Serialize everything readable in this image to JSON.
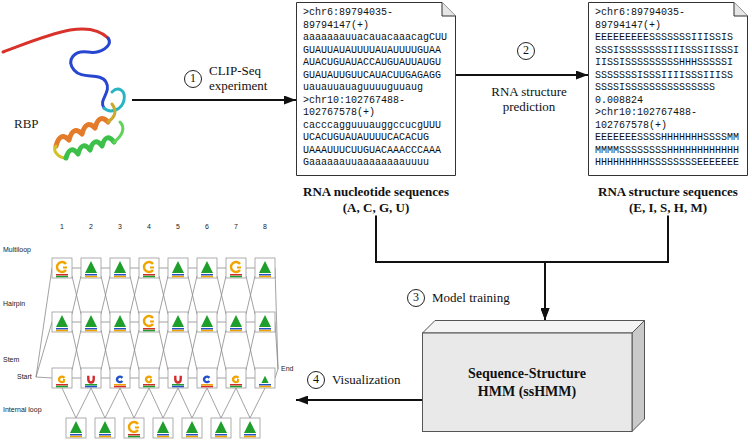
{
  "diagram": {
    "nodes": [
      {
        "text": [
          "RBP"
        ]
      },
      {
        "text": [
          ">chr6:89794035‐89794147(+) aaaaaaauuacauacaaacagCUU GUAUUAUAUUUUAUAUUUUGUAA AUACUGUAUACCAUGUAUUAUGU GUAUAUUGUUCAUACUUGAGAGG uauauuauaguuuuguuaug >chr10:102767488‐102767578(+) cacccagguuuauggccucgUUU UCACUGUAUAUUUUCACACUG UAAAUUUCUUGUACAAACCCAAA Gaaaaaauuaaaaaaaauuuu",
          "RNA nucleotide sequences (A, C, G, U)"
        ]
      },
      {
        "text": [
          ">chr6:89794035‐89794147(+) EEEEEEEEESSSSSSSIIISSIS SSSISSSSSSSSIIISSSIISSSI IISSISSSSSSSSSHHHSSSSSI SSSSSSSISSSIIIISSSIIISS SSSSISSSSSSSSSSSSSSS 0.008824 >chr10:102767488‐102767578(+) EEEEEEESSSSHHHHHHHSSSSMM MMMMSSSSSSSSHHHHHHHHHHHH HHHHHHHHHSSSSSSSSEEEEEEE",
          "RNA structure sequences (E, I, S, H, M)"
        ]
      },
      {
        "text": [
          "Sequence-Structure HMM (ssHMM)"
        ]
      },
      {
        "text": [
          "1",
          "2",
          "3",
          "4",
          "5",
          "6",
          "7",
          "8",
          "Multiloop",
          "Hairpin",
          "Stem",
          "Internal loop",
          "Start",
          "End"
        ]
      }
    ],
    "edges": [
      {
        "from": 0,
        "to": 1,
        "arrow": "to",
        "label": "CLIP-Seq experiment"
      },
      {
        "from": 1,
        "to": 2,
        "arrow": "to",
        "label": "RNA structure prediction"
      },
      {
        "from": 1,
        "to": 3,
        "arrow": "to",
        "label": "Model training"
      },
      {
        "from": 2,
        "to": 3,
        "arrow": "to"
      },
      {
        "from": 3,
        "to": 4,
        "arrow": "to",
        "label": "Visualization"
      }
    ],
    "labels": [
      "1",
      "2",
      "3",
      "4"
    ]
  }
}
